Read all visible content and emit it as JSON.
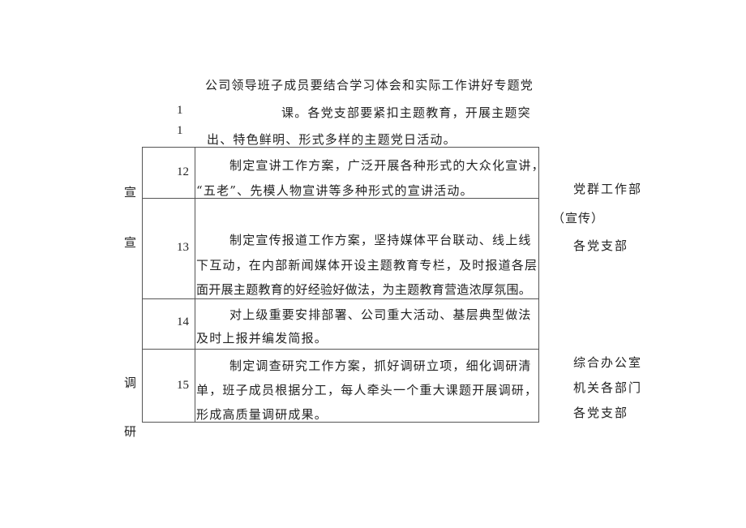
{
  "top_item": {
    "number_top": "1",
    "number_bottom": "1",
    "line1": "公司领导班子成员要结合学习体会和实际工作讲好专题党",
    "line2": "课。各党支部要紧扣主题教育，开展主题突",
    "line3": "出、特色鲜明、形式多样的主题党日活动。"
  },
  "categories": {
    "xuan1": "宣",
    "xuan2": "宣",
    "diao": "调",
    "yan": "研"
  },
  "rows": [
    {
      "number": "12",
      "lines": [
        "制定宣讲工作方案，广泛开展各种形式的大众化宣讲，",
        "“五老”、先模人物宣讲等多种形式的宣讲活动。"
      ]
    },
    {
      "number": "13",
      "lines": [
        "制定宣传报道工作方案，坚持媒体平台联动、线上线",
        "下互动，在内部新闻媒体开设主题教育专栏，及时报道各层",
        "面开展主题教育的好经验好做法，为主题教育营造浓厚氛围。"
      ]
    },
    {
      "number": "14",
      "lines": [
        "对上级重要安排部署、公司重大活动、基层典型做法",
        "及时上报并编发简报。"
      ]
    },
    {
      "number": "15",
      "lines": [
        "制定调查研究工作方案，抓好调研立项，细化调研清",
        "单，班子成员根据分工，每人牵头一个重大课题开展调研，",
        "形成高质量调研成果。"
      ]
    }
  ],
  "departments": {
    "group1": [
      "党群工作部",
      "（宣传）",
      "各党支部"
    ],
    "group2": [
      "综合办公室",
      "机关各部门",
      "各党支部"
    ]
  }
}
